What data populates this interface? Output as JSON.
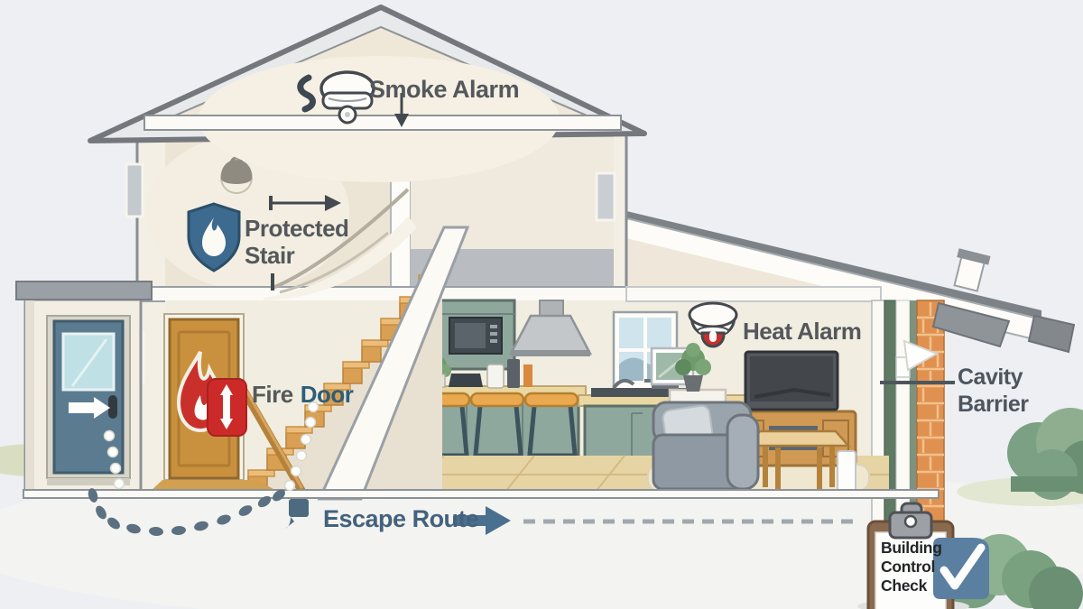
{
  "figure": {
    "type": "illustration",
    "subject": "house-fire-safety-cutaway"
  },
  "labels": {
    "smoke_alarm": "Smoke Alarm",
    "protected_stair": {
      "line1": "Protected",
      "line2": "Stair"
    },
    "fire_door": {
      "word1": "Fire",
      "word2": "Door"
    },
    "heat_alarm": "Heat Alarm",
    "cavity_barrier": {
      "line1": "Cavity",
      "line2": "Barrier"
    },
    "escape_route": "Escape Route",
    "building_control": {
      "line1": "Building",
      "line2": "Control",
      "line3": "Check"
    }
  },
  "icons": {
    "smoke_alarm": "smoke-alarm-icon",
    "smoke_squiggle": "smoke-squiggle-icon",
    "down_arrow": "down-arrow-icon",
    "shield_flame": "shield-flame-icon",
    "stair_arrow": "right-arrow-icon",
    "flame": "flame-icon",
    "fire_sign": "fire-exclamation-sign-icon",
    "heat_alarm": "heat-alarm-icon",
    "cavity_arrow": "wall-arrow-icon",
    "exit_arrow": "exit-arrow-icon",
    "footprints": "footprints-icon",
    "route_flag": "route-flag-icon",
    "escape_arrow": "escape-arrow-icon",
    "clipboard": "clipboard-icon",
    "check_badge": "check-badge-icon"
  },
  "palette": {
    "background": "#edeff2",
    "label_gray": "#54585c",
    "escape_slate_blue": "#44627e",
    "door_word_blue": "#2d5e77",
    "shield_blue": "#3d6a8f",
    "alarm_red": "#c9302c",
    "brick_orange": "#e09150",
    "cabinet_green": "#8fa89e",
    "stair_wood": "#d99f53",
    "front_door_blue": "#5b7b90",
    "check_blue": "#5b7fa0",
    "clipboard_brown": "#8a6a4e"
  }
}
